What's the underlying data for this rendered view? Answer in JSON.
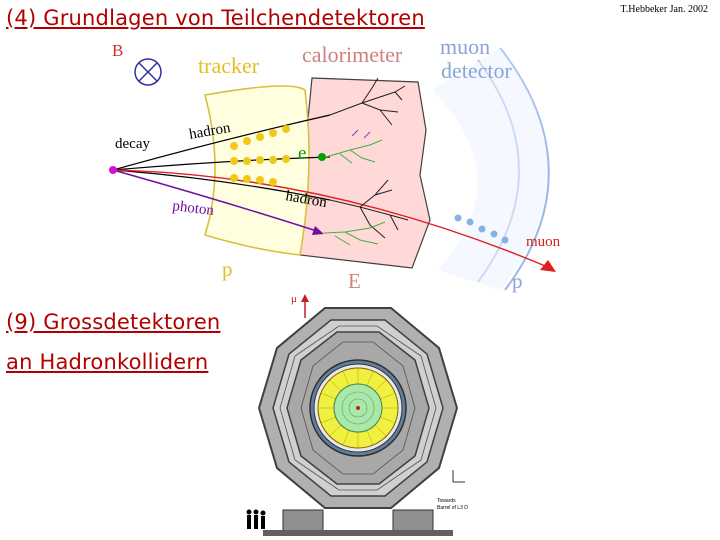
{
  "headings": {
    "top": "(4) Grundlagen von Teilchendetektoren",
    "bottom_line1": "(9) Grossdetektoren",
    "bottom_line2": "an Hadronkollidern"
  },
  "author": "T.Hebbeker Jan. 2002",
  "detector_diagram": {
    "b_field_label": "B",
    "tracker_label": "tracker",
    "calorimeter_label": "calorimeter",
    "muon_detector_label_1": "muon",
    "muon_detector_label_2": "detector",
    "decay_label": "decay",
    "hadron_label_top": "hadron",
    "electron_label": "e",
    "hadron_label_mid": "hadron",
    "photon_label": "photon",
    "muon_label": "muon",
    "p_label_tracker": "p",
    "e_label_calorimeter": "E",
    "p_label_muon": "p",
    "colors": {
      "tracker_fill": "#ffffe0",
      "tracker_stroke": "#d8c040",
      "calorimeter_fill": "#ffd8d8",
      "muon_stroke": "#9ab8e8",
      "tracker_text": "#e0c020",
      "calorimeter_text": "#d08080",
      "muon_text": "#8aa4d8",
      "photon": "#7010a0",
      "electron": "#00a000",
      "muon_track": "#e02020"
    }
  },
  "cross_section": {
    "axis_label": "μ",
    "caption_line1": "Towards",
    "caption_line2": "Barrel of L3 D"
  }
}
